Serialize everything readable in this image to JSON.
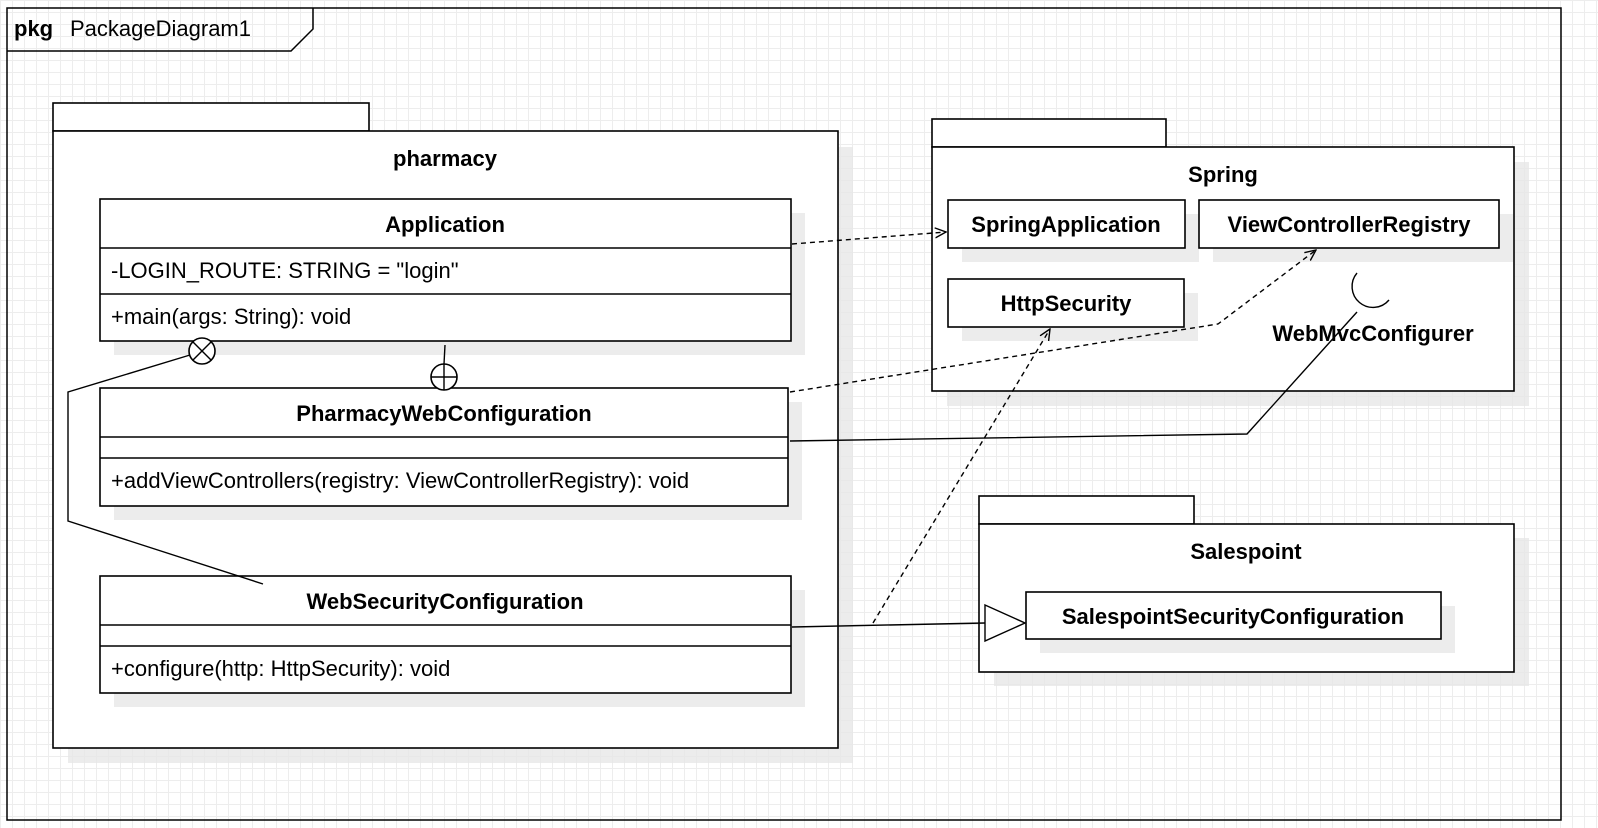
{
  "frame": {
    "keyword": "pkg",
    "name": "PackageDiagram1"
  },
  "packages": {
    "pharmacy": {
      "name": "pharmacy",
      "classes": {
        "application": {
          "name": "Application",
          "attributes": [
            "-LOGIN_ROUTE: STRING = \"login\""
          ],
          "operations": [
            "+main(args: String): void"
          ]
        },
        "pharmacy_web_configuration": {
          "name": "PharmacyWebConfiguration",
          "attributes": [],
          "operations": [
            "+addViewControllers(registry: ViewControllerRegistry): void"
          ]
        },
        "web_security_configuration": {
          "name": "WebSecurityConfiguration",
          "attributes": [],
          "operations": [
            "+configure(http: HttpSecurity): void"
          ]
        }
      }
    },
    "spring": {
      "name": "Spring",
      "classes": {
        "spring_application": "SpringApplication",
        "view_controller_registry": "ViewControllerRegistry",
        "http_security": "HttpSecurity"
      },
      "interface": "WebMvcConfigurer"
    },
    "salespoint": {
      "name": "Salespoint",
      "classes": {
        "salespoint_security_configuration": "SalespointSecurityConfiguration"
      }
    }
  },
  "relationships": [
    {
      "type": "dependency",
      "from": "Application",
      "to": "SpringApplication"
    },
    {
      "type": "dependency",
      "from": "PharmacyWebConfiguration",
      "to": "ViewControllerRegistry"
    },
    {
      "type": "dependency",
      "from": "WebSecurityConfiguration",
      "to": "HttpSecurity"
    },
    {
      "type": "realization",
      "from": "PharmacyWebConfiguration",
      "to": "WebMvcConfigurer"
    },
    {
      "type": "generalization",
      "from": "WebSecurityConfiguration",
      "to": "SalespointSecurityConfiguration"
    },
    {
      "type": "nesting",
      "from": "PharmacyWebConfiguration",
      "to": "Application"
    },
    {
      "type": "nesting",
      "from": "WebSecurityConfiguration",
      "to": "Application"
    }
  ]
}
